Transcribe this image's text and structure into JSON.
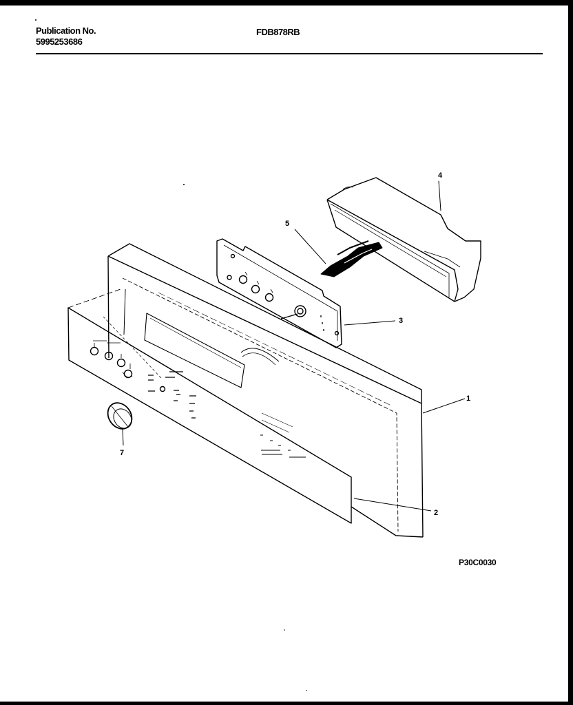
{
  "header": {
    "publication_label": "Publication No.",
    "publication_number": "5995253686",
    "model_number": "FDB878RB"
  },
  "diagram": {
    "callouts": [
      "1",
      "2",
      "3",
      "4",
      "5",
      "7"
    ],
    "reference_code": "P30C0030"
  }
}
